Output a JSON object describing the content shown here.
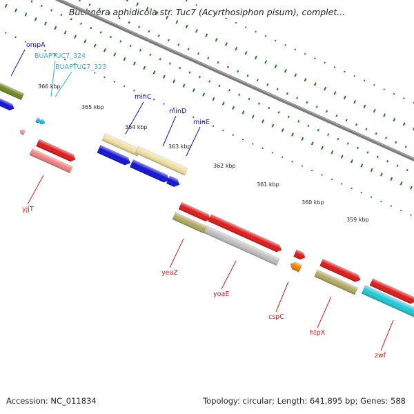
{
  "title": "Buchnera aphidicola str. Tuc7 (Acyrthosiphon pisum), complet...",
  "footer": {
    "accession": "Accession: NC_011834",
    "summary": "Topology: circular; Length: 641,895 bp; Genes: 588"
  },
  "colors": {
    "backbone": "#7d7d7d",
    "tick": "#1f7a1f",
    "label_blue": "#1010c8",
    "label_cyan": "#22b4e6",
    "label_red": "#e01818"
  },
  "kbp_labels": [
    "366 kbp",
    "365 kbp",
    "364 kbp",
    "363 kbp",
    "362 kbp",
    "361 kbp",
    "360 kbp",
    "359 kbp"
  ],
  "gene_labels": {
    "ompA": "ompA",
    "BUAPTUC7_324": "BUAPTUC7_324",
    "BUAPTUC7_323": "BUAPTUC7_323",
    "minC": "minC",
    "minD": "minD",
    "minE": "minE",
    "yjjT": "yjjT",
    "yeaZ": "yeaZ",
    "yoaE": "yoaE",
    "cspC": "cspC",
    "htpX": "htpX",
    "zwf": "zwf"
  }
}
